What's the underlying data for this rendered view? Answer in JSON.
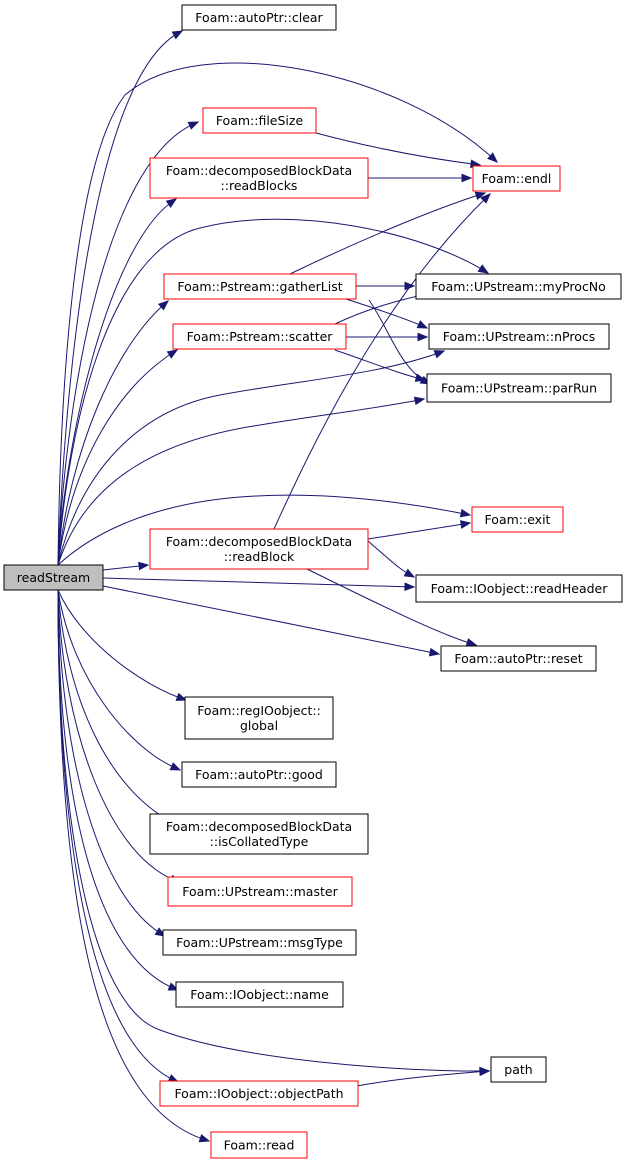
{
  "graph": {
    "root": "readStream",
    "nodes": {
      "readStream": {
        "lines": [
          "readStream"
        ],
        "style": "root"
      },
      "autoPtr_clear": {
        "lines": [
          "Foam::autoPtr::clear"
        ],
        "style": "black"
      },
      "fileSize": {
        "lines": [
          "Foam::fileSize"
        ],
        "style": "red"
      },
      "readBlocks": {
        "lines": [
          "Foam::decomposedBlockData",
          "::readBlocks"
        ],
        "style": "red"
      },
      "endl": {
        "lines": [
          "Foam::endl"
        ],
        "style": "red"
      },
      "gatherList": {
        "lines": [
          "Foam::Pstream::gatherList"
        ],
        "style": "red"
      },
      "myProcNo": {
        "lines": [
          "Foam::UPstream::myProcNo"
        ],
        "style": "black"
      },
      "scatter": {
        "lines": [
          "Foam::Pstream::scatter"
        ],
        "style": "red"
      },
      "nProcs": {
        "lines": [
          "Foam::UPstream::nProcs"
        ],
        "style": "black"
      },
      "parRun": {
        "lines": [
          "Foam::UPstream::parRun"
        ],
        "style": "black"
      },
      "exit": {
        "lines": [
          "Foam::exit"
        ],
        "style": "red"
      },
      "readBlock": {
        "lines": [
          "Foam::decomposedBlockData",
          "::readBlock"
        ],
        "style": "red"
      },
      "readHeader": {
        "lines": [
          "Foam::IOobject::readHeader"
        ],
        "style": "black"
      },
      "reset": {
        "lines": [
          "Foam::autoPtr::reset"
        ],
        "style": "black"
      },
      "regIOobject_global": {
        "lines": [
          "Foam::regIOobject::",
          "global"
        ],
        "style": "black"
      },
      "good": {
        "lines": [
          "Foam::autoPtr::good"
        ],
        "style": "black"
      },
      "isCollatedType": {
        "lines": [
          "Foam::decomposedBlockData",
          "::isCollatedType"
        ],
        "style": "black"
      },
      "master": {
        "lines": [
          "Foam::UPstream::master"
        ],
        "style": "red"
      },
      "msgType": {
        "lines": [
          "Foam::UPstream::msgType"
        ],
        "style": "black"
      },
      "name": {
        "lines": [
          "Foam::IOobject::name"
        ],
        "style": "black"
      },
      "path": {
        "lines": [
          "path"
        ],
        "style": "black"
      },
      "objectPath": {
        "lines": [
          "Foam::IOobject::objectPath"
        ],
        "style": "red"
      },
      "read": {
        "lines": [
          "Foam::read"
        ],
        "style": "red"
      }
    },
    "edges": [
      [
        "readStream",
        "autoPtr_clear"
      ],
      [
        "readStream",
        "endl"
      ],
      [
        "readStream",
        "fileSize"
      ],
      [
        "readStream",
        "readBlocks"
      ],
      [
        "readStream",
        "myProcNo"
      ],
      [
        "readStream",
        "gatherList"
      ],
      [
        "readStream",
        "scatter"
      ],
      [
        "readStream",
        "nProcs"
      ],
      [
        "readStream",
        "parRun"
      ],
      [
        "readStream",
        "exit"
      ],
      [
        "readStream",
        "readBlock"
      ],
      [
        "readStream",
        "readHeader"
      ],
      [
        "readStream",
        "reset"
      ],
      [
        "readStream",
        "regIOobject_global"
      ],
      [
        "readStream",
        "good"
      ],
      [
        "readStream",
        "isCollatedType"
      ],
      [
        "readStream",
        "master"
      ],
      [
        "readStream",
        "msgType"
      ],
      [
        "readStream",
        "name"
      ],
      [
        "readStream",
        "path"
      ],
      [
        "readStream",
        "objectPath"
      ],
      [
        "readStream",
        "read"
      ],
      [
        "fileSize",
        "endl"
      ],
      [
        "readBlocks",
        "endl"
      ],
      [
        "gatherList",
        "endl"
      ],
      [
        "gatherList",
        "myProcNo"
      ],
      [
        "gatherList",
        "nProcs"
      ],
      [
        "gatherList",
        "parRun"
      ],
      [
        "scatter",
        "myProcNo"
      ],
      [
        "scatter",
        "nProcs"
      ],
      [
        "scatter",
        "parRun"
      ],
      [
        "readBlock",
        "endl"
      ],
      [
        "readBlock",
        "exit"
      ],
      [
        "readBlock",
        "readHeader"
      ],
      [
        "readBlock",
        "reset"
      ],
      [
        "objectPath",
        "path"
      ]
    ]
  }
}
